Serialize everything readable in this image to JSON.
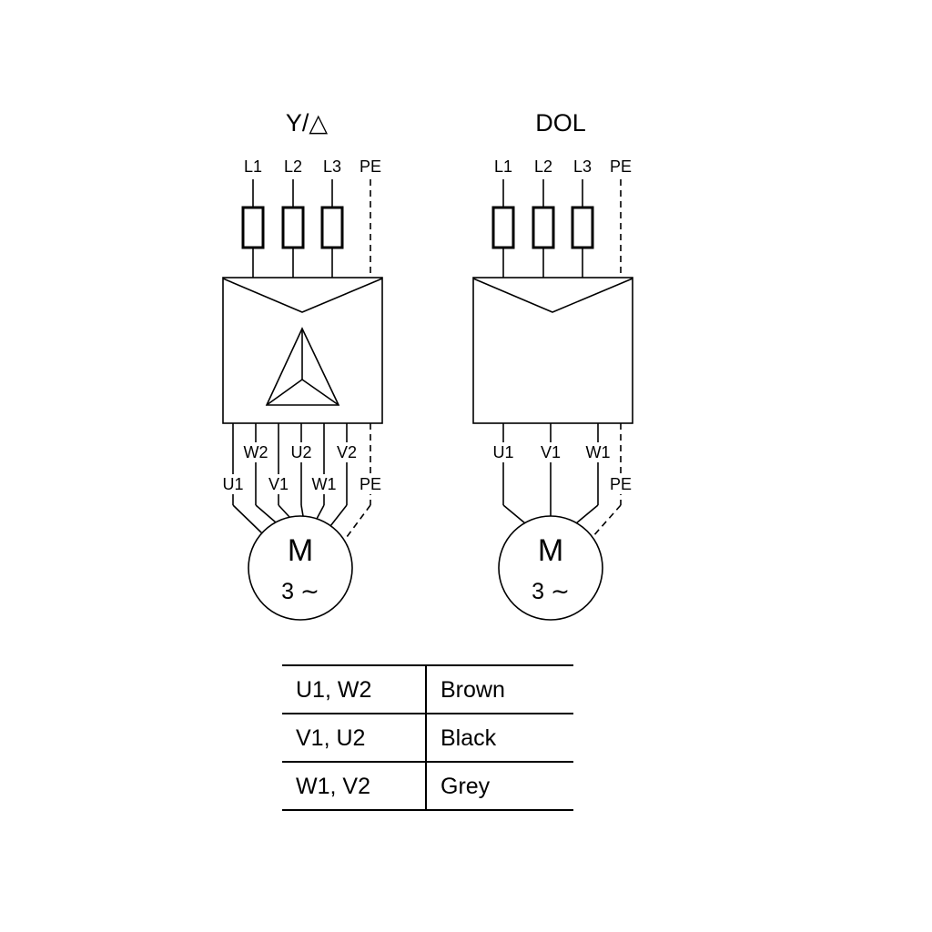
{
  "colors": {
    "ink": "#000000",
    "background": "#ffffff"
  },
  "star_delta": {
    "title": "Y/△",
    "terminals": [
      "L1",
      "L2",
      "L3",
      "PE"
    ],
    "winding_labels_top": [
      "W2",
      "U2",
      "V2"
    ],
    "winding_labels_bottom": [
      "U1",
      "V1",
      "W1"
    ],
    "pe_label": "PE",
    "motor": {
      "letter": "M",
      "phases": "3 ∼"
    }
  },
  "dol": {
    "title": "DOL",
    "terminals": [
      "L1",
      "L2",
      "L3",
      "PE"
    ],
    "winding_labels": [
      "U1",
      "V1",
      "W1"
    ],
    "pe_label": "PE",
    "motor": {
      "letter": "M",
      "phases": "3 ∼"
    }
  },
  "wire_color_table": {
    "rows": [
      {
        "terminals": "U1, W2",
        "color": "Brown"
      },
      {
        "terminals": "V1, U2",
        "color": "Black"
      },
      {
        "terminals": "W1, V2",
        "color": "Grey"
      }
    ]
  }
}
